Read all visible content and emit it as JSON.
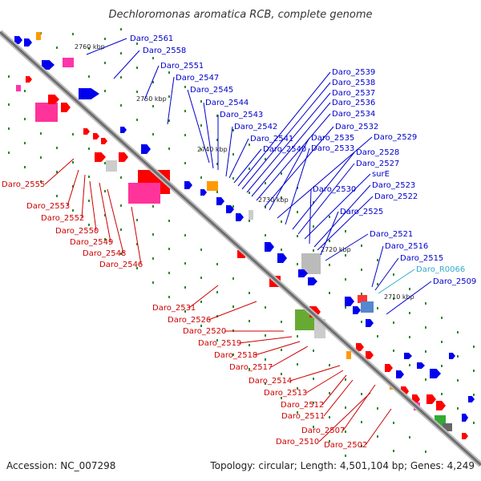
{
  "title": "Dechloromonas aromatica RCB, complete genome",
  "footer": {
    "accession": "Accession: NC_007298",
    "summary": "Topology: circular; Length: 4,501,104 bp; Genes: 4,249"
  },
  "scale": [
    "2760 kbp",
    "2750 kbp",
    "2740 kbp",
    "2730 kbp",
    "2720 kbp",
    "2710 kbp"
  ],
  "colors": {
    "forward_label": "#0000cc",
    "reverse_label": "#cc0000",
    "rna_label": "#33aacc",
    "backbone": "#7a7a7a",
    "tick": "#2a8a2a"
  },
  "forward_genes": [
    "Daro_2561",
    "Daro_2558",
    "Daro_2551",
    "Daro_2547",
    "Daro_2545",
    "Daro_2544",
    "Daro_2543",
    "Daro_2542",
    "Daro_2541",
    "Daro_2540",
    "Daro_2539",
    "Daro_2538",
    "Daro_2537",
    "Daro_2536",
    "Daro_2534",
    "Daro_2532",
    "Daro_2535",
    "Daro_2529",
    "Daro_2533",
    "Daro_2528",
    "Daro_2527",
    "surE",
    "Daro_2530",
    "Daro_2523",
    "Daro_2522",
    "Daro_2525",
    "Daro_2521",
    "Daro_2516",
    "Daro_2515",
    "Daro_R0066",
    "Daro_2509"
  ],
  "reverse_genes": [
    "Daro_2555",
    "Daro_2553",
    "Daro_2552",
    "Daro_2550",
    "Daro_2549",
    "Daro_2548",
    "Daro_2546",
    "Daro_2531",
    "Daro_2526",
    "Daro_2520",
    "Daro_2519",
    "Daro_2518",
    "Daro_2517",
    "Daro_2514",
    "Daro_2513",
    "Daro_2512",
    "Daro_2511",
    "Daro_2507",
    "Daro_2510",
    "Daro_2502"
  ]
}
